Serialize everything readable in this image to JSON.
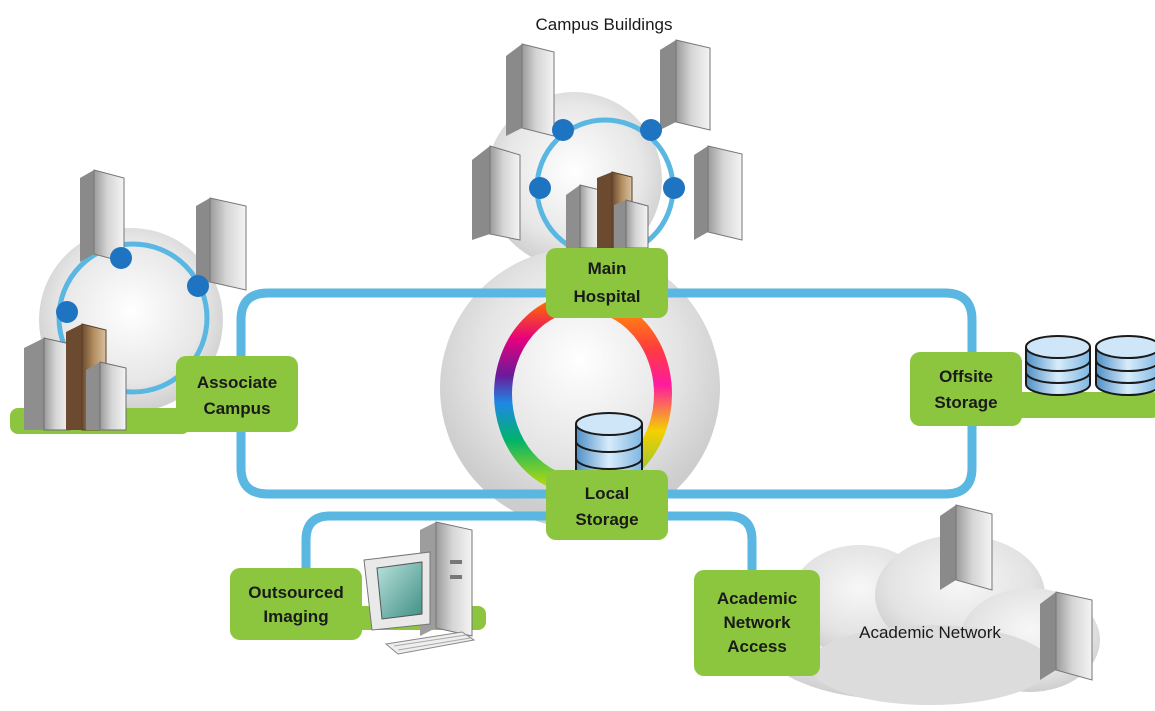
{
  "diagram": {
    "title_label": "Campus Buildings",
    "cloud_label": "Academic Network",
    "nodes": {
      "main_hospital": {
        "line1": "Main",
        "line2": "Hospital"
      },
      "local_storage": {
        "line1": "Local",
        "line2": "Storage"
      },
      "associate_campus": {
        "line1": "Associate",
        "line2": "Campus"
      },
      "offsite_storage": {
        "line1": "Offsite",
        "line2": "Storage"
      },
      "outsourced_imaging": {
        "line1": "Outsourced",
        "line2": "Imaging"
      },
      "academic_network_access": {
        "line1": "Academic",
        "line2": "Network",
        "line3": "Access"
      }
    },
    "colors": {
      "network_link": "#59b7e2",
      "node_box": "#8cc63f",
      "node_dot": "#1f74c1",
      "gray_halo": "#d9d9d9"
    }
  }
}
